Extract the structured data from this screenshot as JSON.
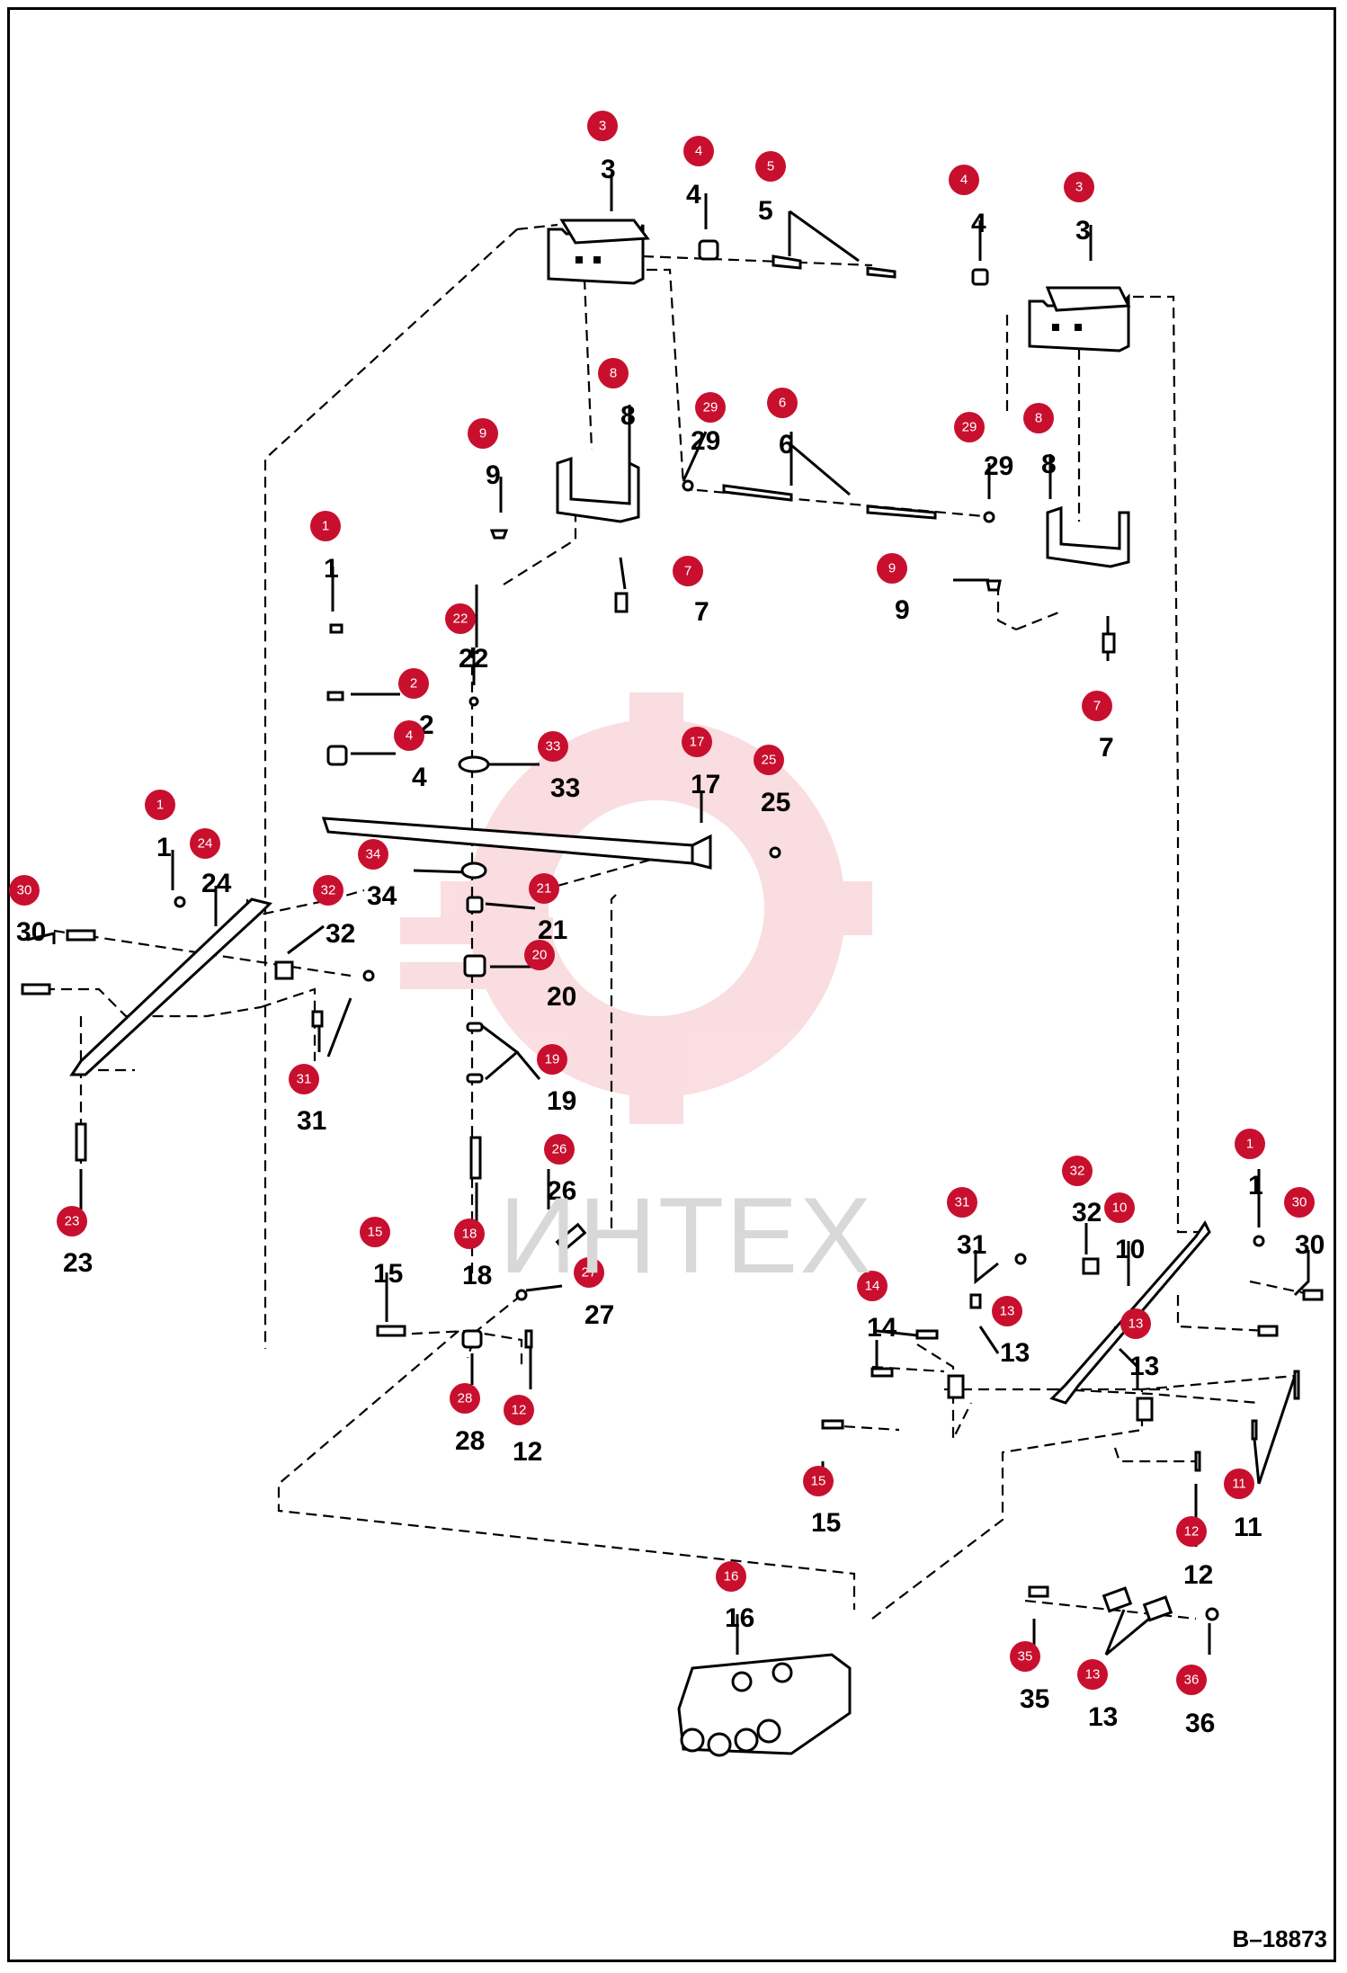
{
  "drawing_code": "B–18873",
  "watermark": {
    "text": "ИНТЕХ",
    "color": "#f0a0a8"
  },
  "badge_color": "#c8102e",
  "callouts": [
    {
      "n": "3"
    },
    {
      "n": "4"
    },
    {
      "n": "5"
    },
    {
      "n": "4"
    },
    {
      "n": "3"
    },
    {
      "n": "8"
    },
    {
      "n": "29"
    },
    {
      "n": "6"
    },
    {
      "n": "29"
    },
    {
      "n": "8"
    },
    {
      "n": "9"
    },
    {
      "n": "7"
    },
    {
      "n": "9"
    },
    {
      "n": "7"
    },
    {
      "n": "1"
    },
    {
      "n": "22"
    },
    {
      "n": "2"
    },
    {
      "n": "4"
    },
    {
      "n": "33"
    },
    {
      "n": "17"
    },
    {
      "n": "25"
    },
    {
      "n": "1"
    },
    {
      "n": "24"
    },
    {
      "n": "34"
    },
    {
      "n": "21"
    },
    {
      "n": "30"
    },
    {
      "n": "32"
    },
    {
      "n": "20"
    },
    {
      "n": "19"
    },
    {
      "n": "31"
    },
    {
      "n": "26"
    },
    {
      "n": "23"
    },
    {
      "n": "18"
    },
    {
      "n": "15"
    },
    {
      "n": "27"
    },
    {
      "n": "28"
    },
    {
      "n": "12"
    },
    {
      "n": "1"
    },
    {
      "n": "32"
    },
    {
      "n": "10"
    },
    {
      "n": "31"
    },
    {
      "n": "30"
    },
    {
      "n": "14"
    },
    {
      "n": "13"
    },
    {
      "n": "13"
    },
    {
      "n": "15"
    },
    {
      "n": "11"
    },
    {
      "n": "12"
    },
    {
      "n": "16"
    },
    {
      "n": "35"
    },
    {
      "n": "13"
    },
    {
      "n": "36"
    }
  ]
}
